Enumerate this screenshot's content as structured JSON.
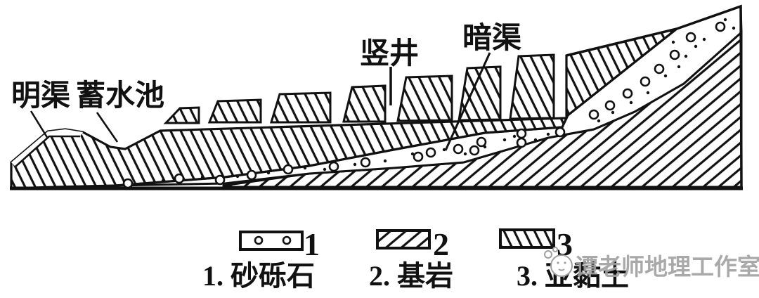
{
  "diagram": {
    "title_labels": {
      "open_channel": "明渠",
      "reservoir": "蓄水池",
      "vertical_shaft": "竖井",
      "underground_channel": "暗渠"
    },
    "legend": {
      "entries": [
        {
          "number": "1",
          "label": "1. 砂砾石",
          "pattern": "gravel-dots"
        },
        {
          "number": "2",
          "label": "2. 基岩",
          "pattern": "forward-diagonal-hatch"
        },
        {
          "number": "3",
          "label": "3. 亚黏土",
          "pattern": "backward-diagonal-hatch"
        }
      ]
    },
    "watermark": {
      "text": "谭老师地理工作室"
    },
    "colors": {
      "ink": "#111111",
      "background": "#ffffff",
      "watermark_gray": "#a0a0a0"
    }
  }
}
